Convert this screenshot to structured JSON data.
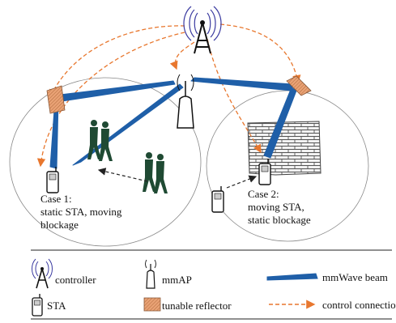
{
  "case1": {
    "line1": "Case 1:",
    "line2": "static STA, moving",
    "line3": "blockage"
  },
  "case2": {
    "line1": "Case 2:",
    "line2": "moving STA,",
    "line3": "static blockage"
  },
  "legend": {
    "controller": "controller",
    "mmap": "mmAP",
    "beam": "mmWave beam",
    "sta": "STA",
    "reflector": "tunable reflector",
    "control": "control connection"
  },
  "icons": [
    "controller-tower-icon",
    "mmap-antenna-icon",
    "sta-phone-icon",
    "reflector-icon",
    "walking-people-icon",
    "brick-wall-icon"
  ],
  "colors": {
    "beam": "#1f5fa8",
    "control": "#e8772e",
    "reflector": "#e9a275",
    "controller": "#3a3aa0"
  }
}
